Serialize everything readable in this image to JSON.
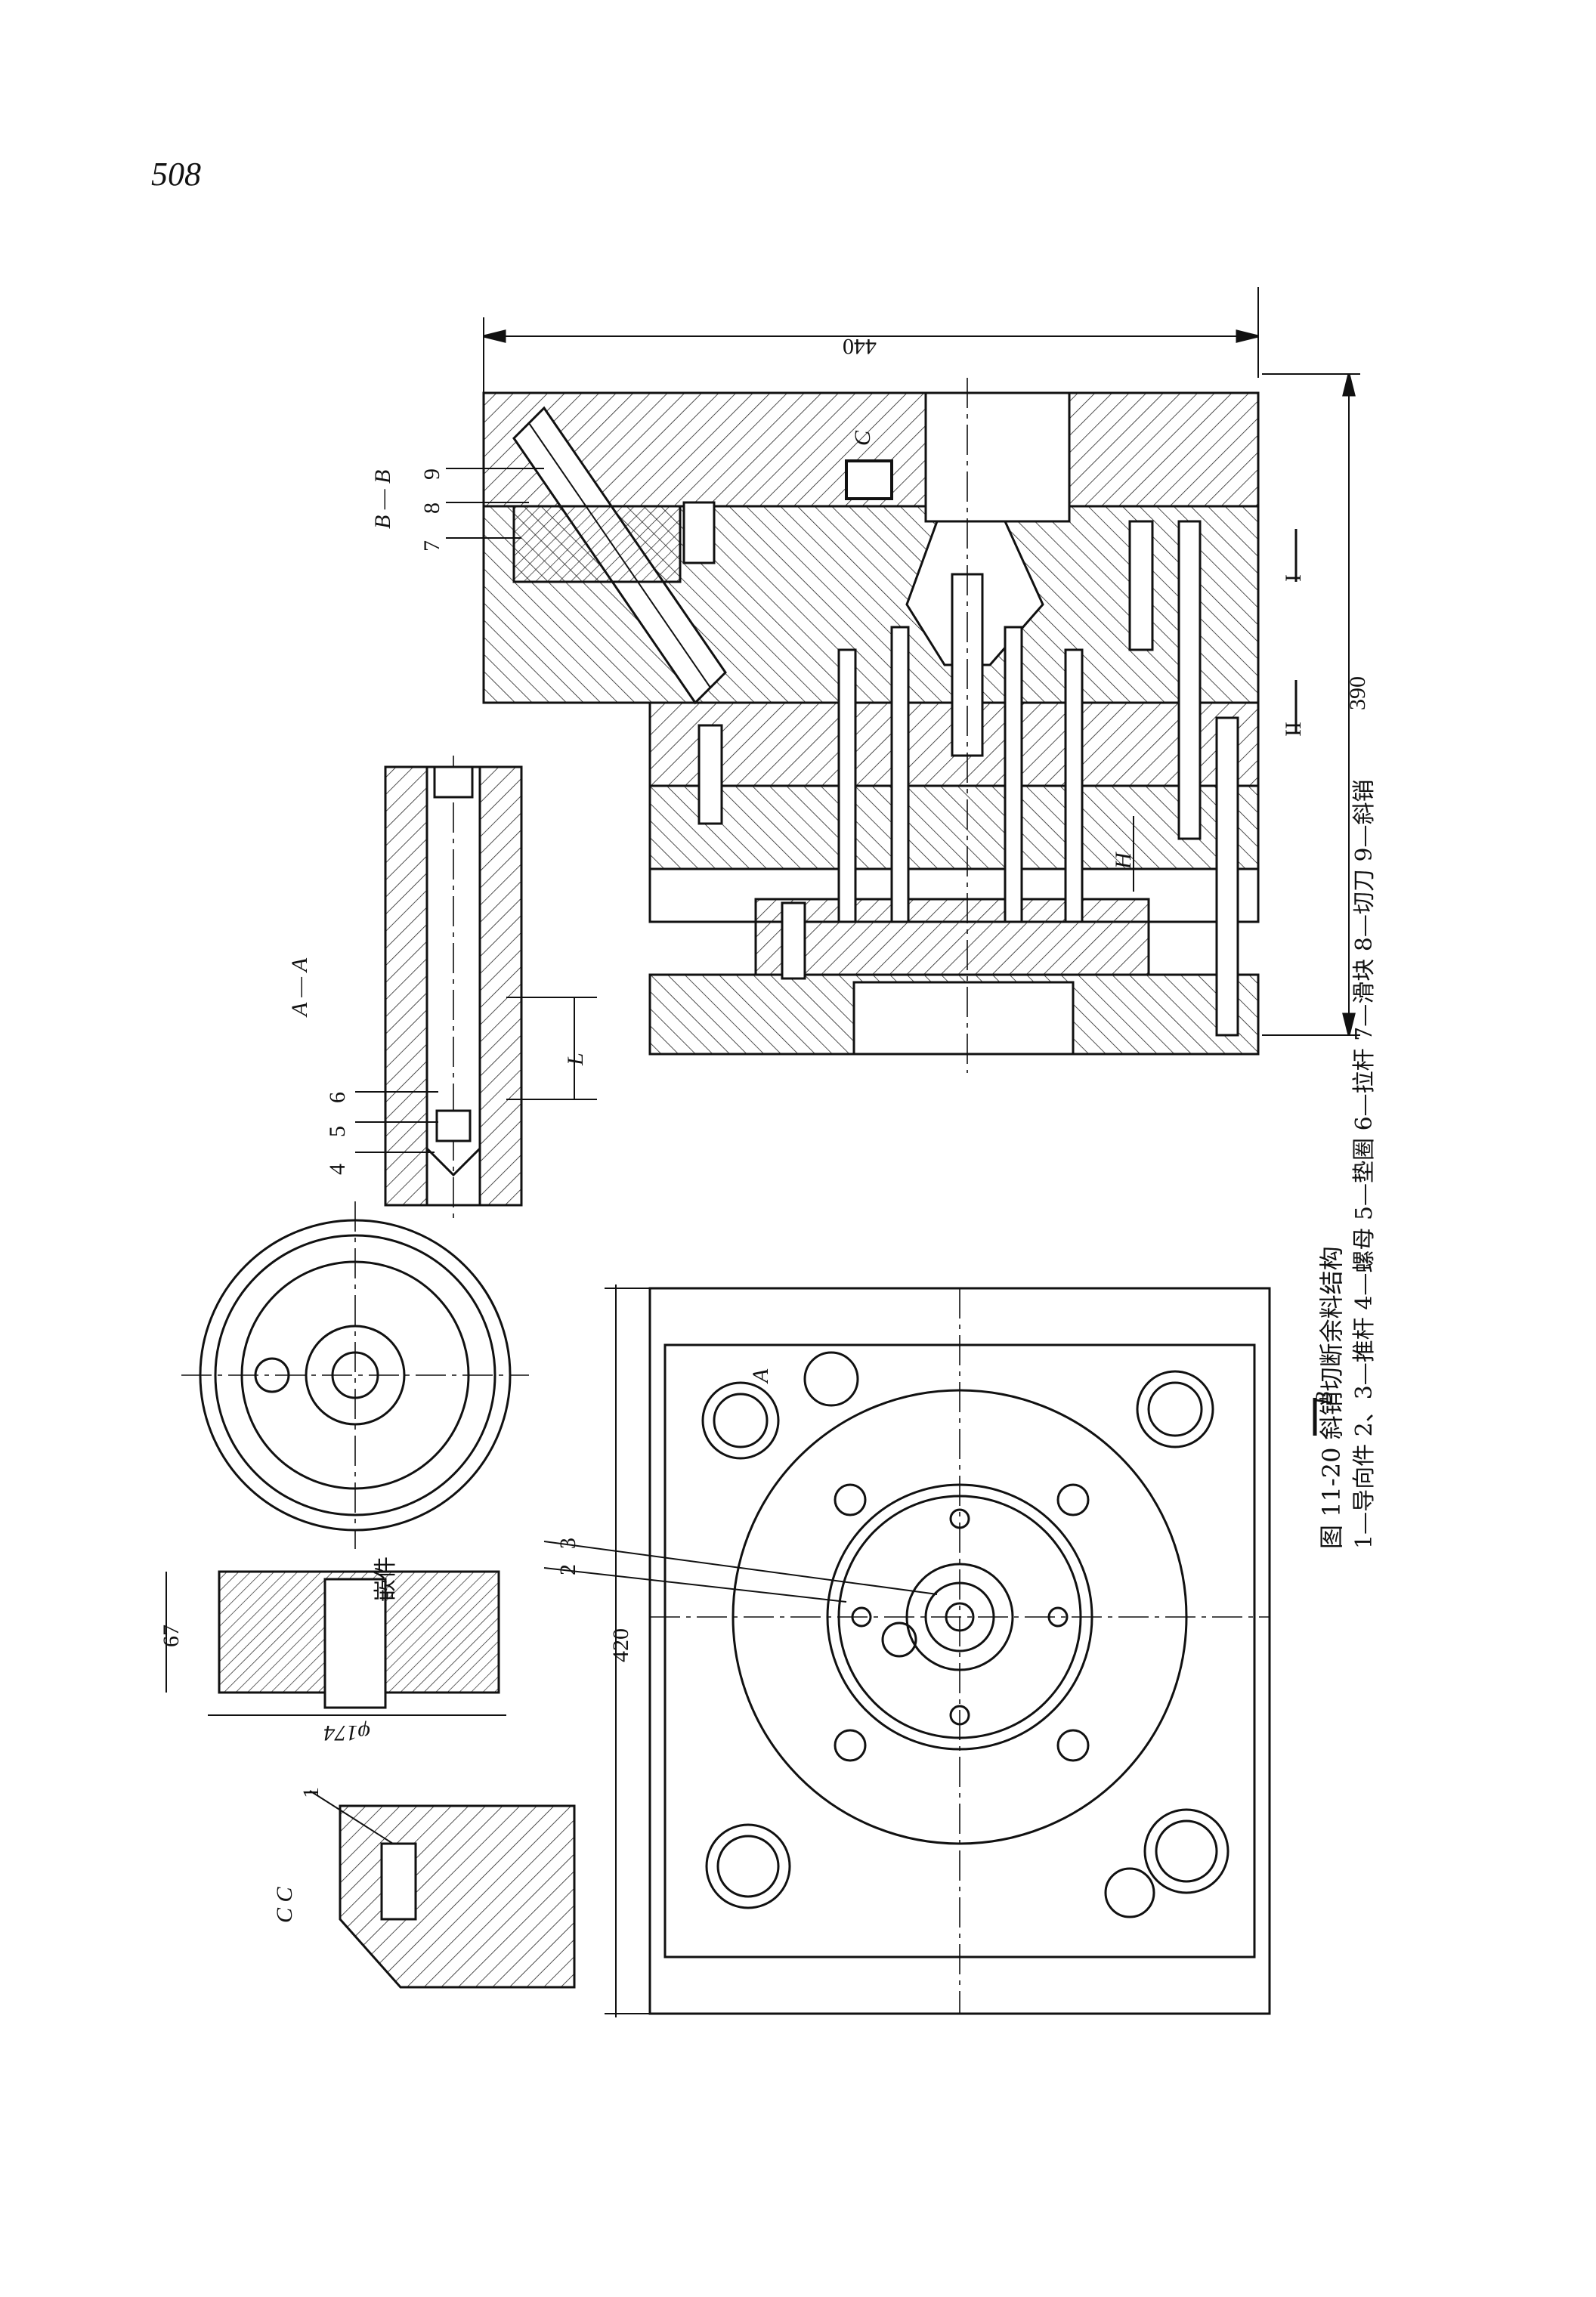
{
  "page": {
    "number": "508"
  },
  "figure": {
    "caption_title": "图 11-20  斜销切断余料结构",
    "caption_legend_line1": "1—导向件  2、3—推杆  4—螺母  5—垫圈  6—拉杆  7—滑块  8—切刀  9—斜销"
  },
  "labels": {
    "section_bb": "B — B",
    "section_aa": "A — A",
    "section_cc": "C   C",
    "dim_440": "440",
    "dim_390": "390",
    "dim_420": "420",
    "dim_67": "67",
    "dim_174": "φ174",
    "dim_H": "H",
    "dim_L": "L",
    "insert": "嵌件",
    "part_1": "1",
    "part_2": "2",
    "part_3": "3",
    "part_4": "4",
    "part_5": "5",
    "part_6": "6",
    "part_7": "7",
    "part_8": "8",
    "part_9": "9",
    "mark_C": "C",
    "mark_A": "A",
    "mark_B": "B",
    "mark_I": "I",
    "mark_II": "II"
  }
}
